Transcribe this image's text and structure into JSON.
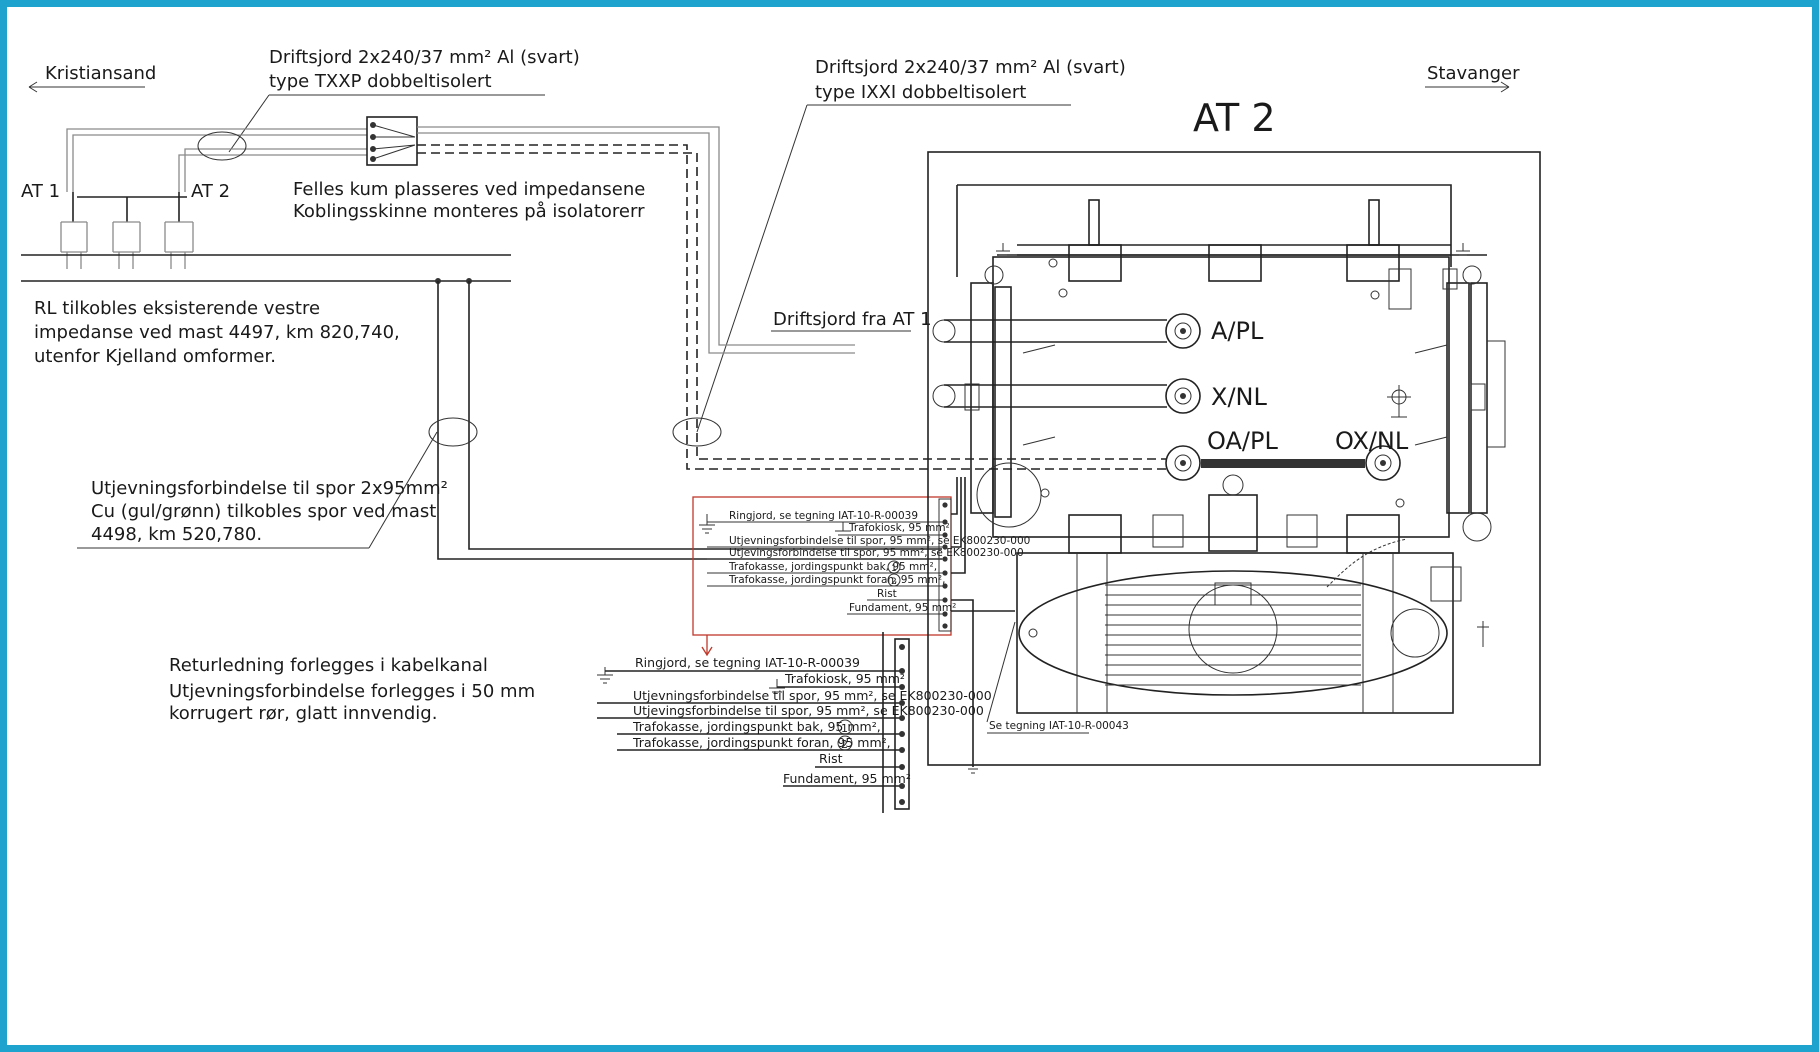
{
  "colors": {
    "frame_border": "#1ea3cf",
    "line": "#222222",
    "red_box": "#c0392b",
    "background": "#ffffff"
  },
  "directions": {
    "left": "Kristiansand",
    "right": "Stavanger"
  },
  "title": "AT 2",
  "feeders": {
    "at1": "AT 1",
    "at2": "AT 2"
  },
  "cable_left": {
    "line1": "Driftsjord 2x240/37 mm² Al (svart)",
    "line2": "type TXXP dobbeltisolert"
  },
  "cable_right": {
    "line1": "Driftsjord 2x240/37 mm² Al (svart)",
    "line2": "type IXXI dobbeltisolert"
  },
  "kum_note": {
    "line1": "Felles kum plasseres ved impedansene",
    "line2": "Koblingsskinne monteres på isolatorerr"
  },
  "driftsjord_at1": "Driftsjord fra AT 1",
  "rl_note": {
    "line1": "RL tilkobles eksisterende vestre",
    "line2": "impedanse ved mast 4497, km 820,740,",
    "line3": "utenfor Kjelland omformer."
  },
  "utj_note": {
    "line1": "Utjevningsforbindelse til spor 2x95mm²",
    "line2": "Cu (gul/grønn) tilkobles spor ved mast",
    "line3": "4498, km 520,780."
  },
  "retur_note": {
    "line1": "Returledning forlegges i kabelkanal",
    "line2": "Utjevningsforbindelse forlegges i 50 mm",
    "line3": "korrugert rør, glatt innvendig."
  },
  "terminals": {
    "a_pl": "A/PL",
    "x_nl": "X/NL",
    "oa_pl": "OA/PL",
    "ox_nl": "OX/NL"
  },
  "se_tegning": "Se tegning IAT-10-R-00043",
  "terminal_rows": [
    "Ringjord, se tegning IAT-10-R-00039",
    "Trafokiosk, 95 mm²",
    "Utjevningsforbindelse til spor, 95 mm², se EK800230-000",
    "Utjevingsforbindelse til spor, 95 mm², se EK800230-000",
    "Trafokasse, jordingspunkt bak, 95 mm²,",
    "Trafokasse, jordingspunkt foran, 95 mm²,",
    "Rist",
    "Fundament, 95 mm²"
  ],
  "circle_marks": {
    "one": "1",
    "two": "2"
  }
}
